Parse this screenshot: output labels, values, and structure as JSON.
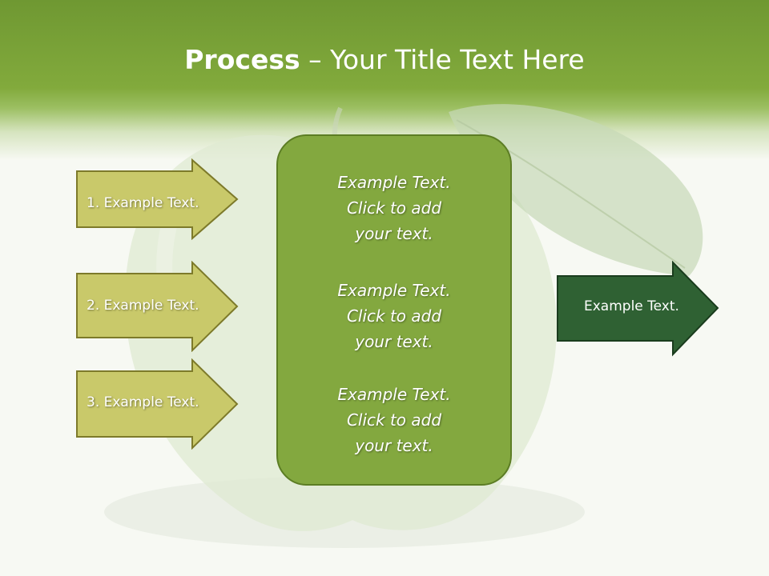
{
  "slide": {
    "title_bold": "Process",
    "title_rest": " – Your Title Text Here"
  },
  "left_arrows": [
    {
      "label": "1. Example Text."
    },
    {
      "label": "2. Example Text."
    },
    {
      "label": "3. Example Text."
    }
  ],
  "center_blocks": [
    {
      "line1": "Example Text.",
      "line2": "Click  to add",
      "line3": "your text."
    },
    {
      "line1": "Example Text.",
      "line2": "Click  to add",
      "line3": "your text."
    },
    {
      "line1": "Example Text.",
      "line2": "Click  to add",
      "line3": "your text."
    }
  ],
  "right_arrow": {
    "label": "Example Text."
  },
  "colors": {
    "header_green": "#7aa336",
    "left_arrow_fill": "#c9c96a",
    "left_arrow_border": "#7d7a2a",
    "center_fill": "#83a83f",
    "right_arrow_fill": "#2f6133"
  }
}
